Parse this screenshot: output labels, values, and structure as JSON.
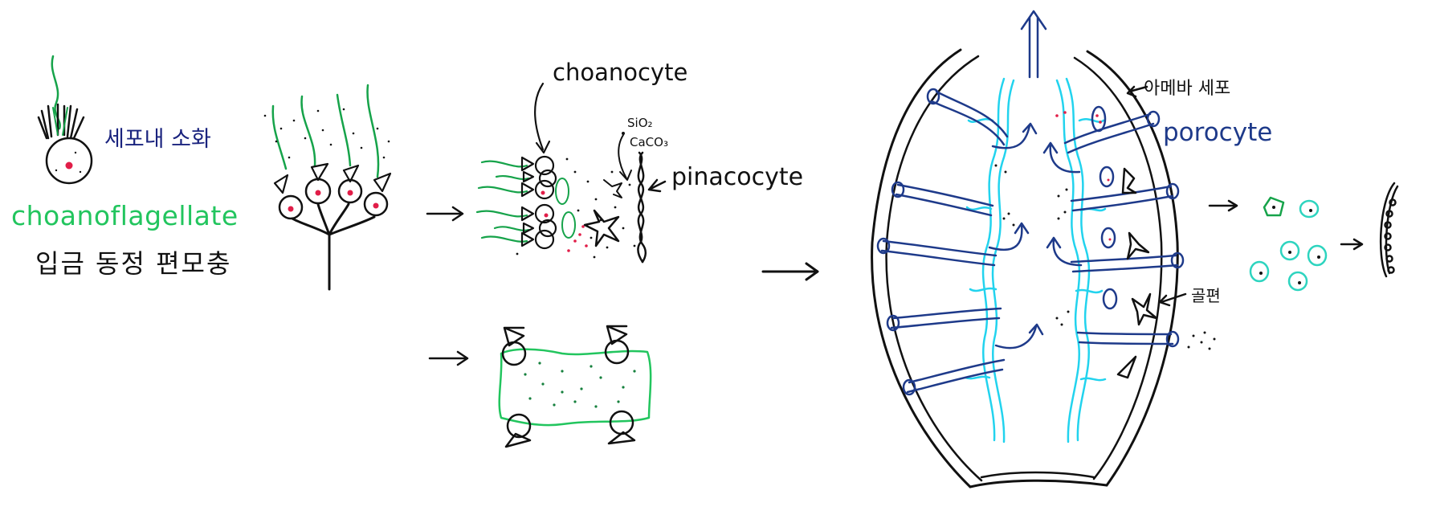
{
  "labels": {
    "intracellular_digestion": "세포내 소화",
    "choanoflagellate": "choanoflagellate",
    "choanoflagellate_korean": "입금 동정 편모충",
    "choanocyte": "choanocyte",
    "sio2": "SiO₂",
    "caco3": "CaCO₃",
    "pinacocyte": "pinacocyte",
    "amoebocyte": "아메바 세포",
    "porocyte": "porocyte",
    "spicule": "골편"
  },
  "colors": {
    "ink": "#111111",
    "flagellum_green": "#16a34a",
    "label_green": "#22c55e",
    "porocyte_blue": "#1e3a8a",
    "choanocyte_cyan": "#22d3ee",
    "nucleus_red": "#e11d48",
    "gemmule_cyan": "#2dd4bf"
  }
}
